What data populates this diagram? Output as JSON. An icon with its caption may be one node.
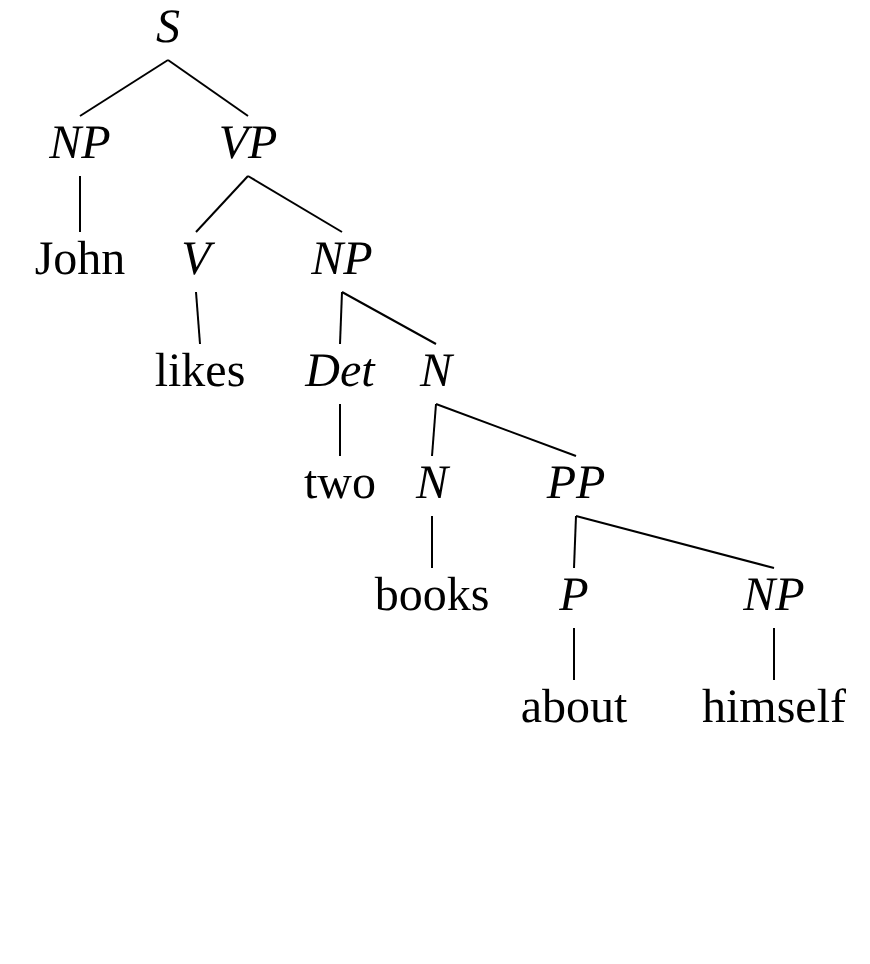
{
  "diagram": {
    "nodes": [
      {
        "text": [
          "S"
        ]
      },
      {
        "text": [
          "NP"
        ]
      },
      {
        "text": [
          "VP"
        ]
      },
      {
        "text": [
          "John"
        ]
      },
      {
        "text": [
          "V"
        ]
      },
      {
        "text": [
          "NP"
        ]
      },
      {
        "text": [
          "likes"
        ]
      },
      {
        "text": [
          "Det"
        ]
      },
      {
        "text": [
          "N"
        ]
      },
      {
        "text": [
          "two"
        ]
      },
      {
        "text": [
          "N"
        ]
      },
      {
        "text": [
          "PP"
        ]
      },
      {
        "text": [
          "books"
        ]
      },
      {
        "text": [
          "P"
        ]
      },
      {
        "text": [
          "NP"
        ]
      },
      {
        "text": [
          "about"
        ]
      },
      {
        "text": [
          "himself"
        ]
      }
    ],
    "edges": [
      {
        "from": 0,
        "to": 1,
        "arrow": "none"
      },
      {
        "from": 0,
        "to": 2,
        "arrow": "none"
      },
      {
        "from": 1,
        "to": 3,
        "arrow": "none"
      },
      {
        "from": 2,
        "to": 4,
        "arrow": "none"
      },
      {
        "from": 2,
        "to": 5,
        "arrow": "none"
      },
      {
        "from": 4,
        "to": 6,
        "arrow": "none"
      },
      {
        "from": 5,
        "to": 7,
        "arrow": "none"
      },
      {
        "from": 5,
        "to": 8,
        "arrow": "none"
      },
      {
        "from": 7,
        "to": 9,
        "arrow": "none"
      },
      {
        "from": 8,
        "to": 10,
        "arrow": "none"
      },
      {
        "from": 8,
        "to": 11,
        "arrow": "none"
      },
      {
        "from": 10,
        "to": 12,
        "arrow": "none"
      },
      {
        "from": 11,
        "to": 13,
        "arrow": "none"
      },
      {
        "from": 11,
        "to": 14,
        "arrow": "none"
      },
      {
        "from": 13,
        "to": 15,
        "arrow": "none"
      },
      {
        "from": 14,
        "to": 16,
        "arrow": "none"
      }
    ]
  }
}
